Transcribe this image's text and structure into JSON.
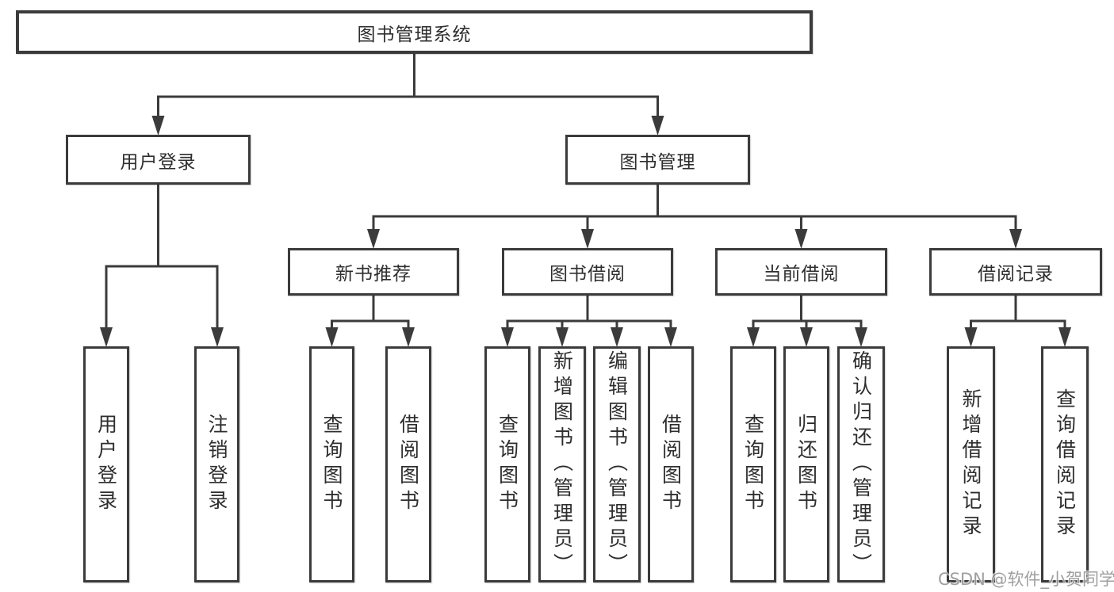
{
  "diagram": {
    "type": "hierarchy-tree",
    "colors": {
      "line": "#3b3b3b",
      "box_border": "#3b3b3b",
      "text": "#2e2e2e",
      "background": "#ffffff",
      "watermark": "#8a8a8a"
    },
    "tree": {
      "label": "图书管理系统",
      "children": [
        {
          "label": "用户登录",
          "children": [
            {
              "label": "用户登录"
            },
            {
              "label": "注销登录"
            }
          ]
        },
        {
          "label": "图书管理",
          "children": [
            {
              "label": "新书推荐",
              "children": [
                {
                  "label": "查询图书"
                },
                {
                  "label": "借阅图书"
                }
              ]
            },
            {
              "label": "图书借阅",
              "children": [
                {
                  "label": "查询图书"
                },
                {
                  "label": "新增图书（管理员）"
                },
                {
                  "label": "编辑图书（管理员）"
                },
                {
                  "label": "借阅图书"
                }
              ]
            },
            {
              "label": "当前借阅",
              "children": [
                {
                  "label": "查询图书"
                },
                {
                  "label": "归还图书"
                },
                {
                  "label": "确认归还（管理员）"
                }
              ]
            },
            {
              "label": "借阅记录",
              "children": [
                {
                  "label": "新增借阅记录"
                },
                {
                  "label": "查询借阅记录"
                }
              ]
            }
          ]
        }
      ]
    }
  },
  "watermark": {
    "text": "CSDN @软件_小贺同学"
  }
}
